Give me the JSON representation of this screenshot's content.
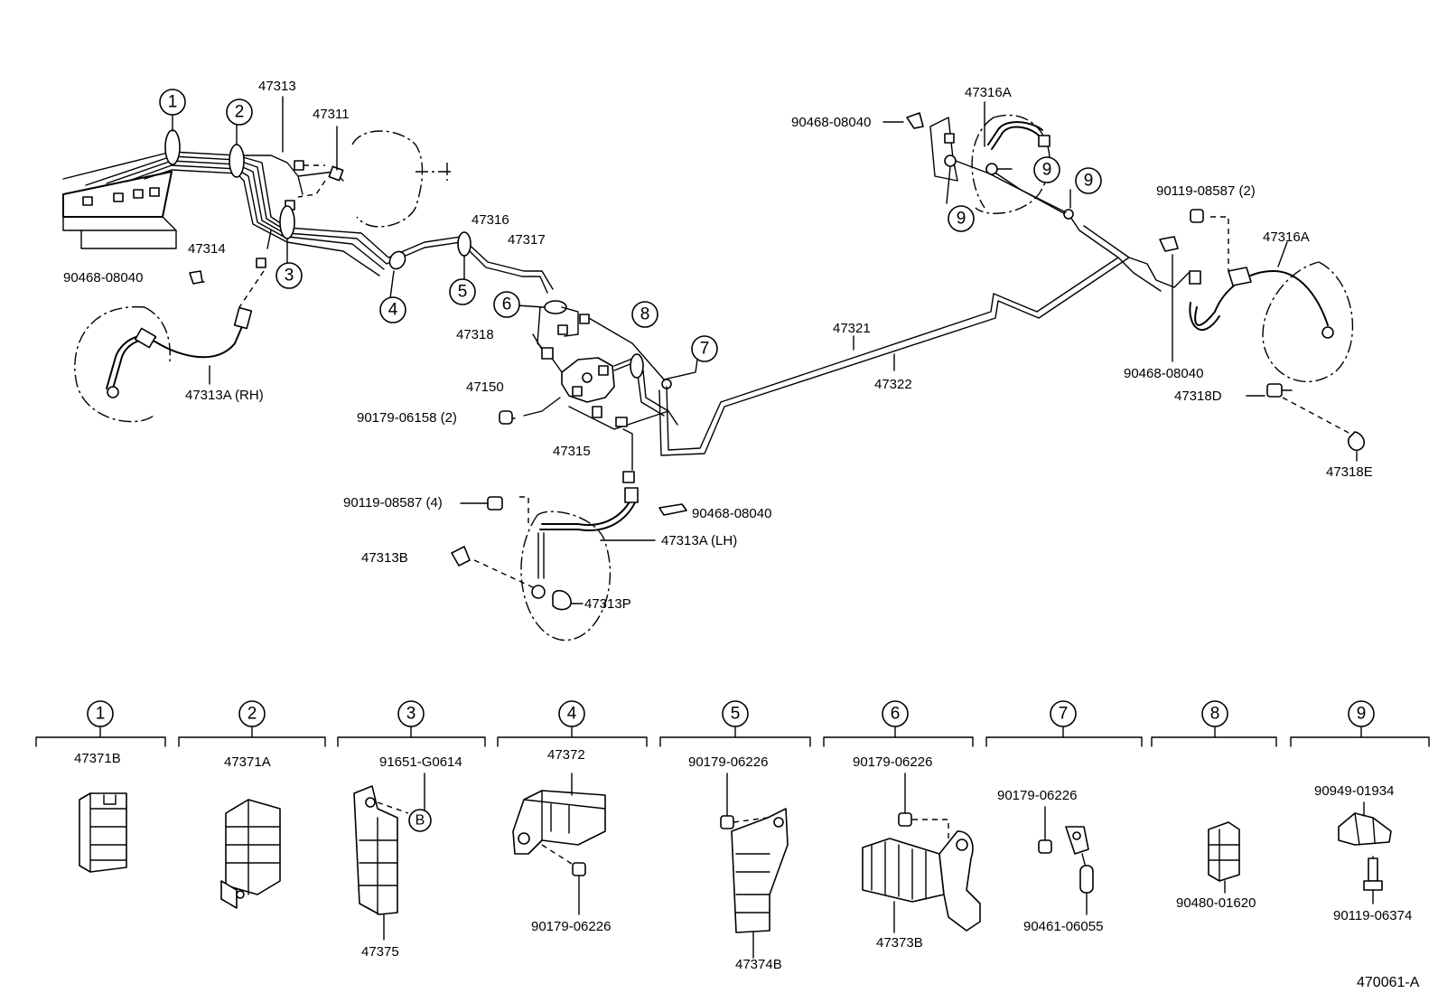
{
  "labels": {
    "p47313": "47313",
    "p47311": "47311",
    "p47314": "47314",
    "p90468_a": "90468-08040",
    "p47313A_rh": "47313A (RH)",
    "p47316": "47316",
    "p47317": "47317",
    "p47318": "47318",
    "p47150": "47150",
    "p90179_06158": "90179-06158 (2)",
    "p47315": "47315",
    "p90119_08587_4": "90119-08587 (4)",
    "p90468_b": "90468-08040",
    "p47313A_lh": "47313A (LH)",
    "p47313B": "47313B",
    "p47313P": "47313P",
    "p47321": "47321",
    "p47322": "47322",
    "p47316A_top": "47316A",
    "p90468_c": "90468-08040",
    "p90119_08587_2": "90119-08587 (2)",
    "p47316A_right": "47316A",
    "p90468_d": "90468-08040",
    "p47318D": "47318D",
    "p47318E": "47318E"
  },
  "callouts": {
    "c1": "1",
    "c2": "2",
    "c3": "3",
    "c4": "4",
    "c5": "5",
    "c6": "6",
    "c7": "7",
    "c8": "8",
    "c9a": "9",
    "c9b": "9",
    "c9c": "9",
    "cB": "B"
  },
  "details": [
    {
      "num": "1",
      "parts": [
        "47371B"
      ]
    },
    {
      "num": "2",
      "parts": [
        "47371A"
      ]
    },
    {
      "num": "3",
      "parts": [
        "91651-G0614",
        "47375"
      ]
    },
    {
      "num": "4",
      "parts": [
        "47372",
        "90179-06226"
      ]
    },
    {
      "num": "5",
      "parts": [
        "90179-06226",
        "47374B"
      ]
    },
    {
      "num": "6",
      "parts": [
        "90179-06226",
        "47373B"
      ]
    },
    {
      "num": "7",
      "parts": [
        "90179-06226",
        "90461-06055"
      ]
    },
    {
      "num": "8",
      "parts": [
        "90480-01620"
      ]
    },
    {
      "num": "9",
      "parts": [
        "90949-01934",
        "90119-06374"
      ]
    }
  ],
  "footer": {
    "code": "470061-A"
  }
}
